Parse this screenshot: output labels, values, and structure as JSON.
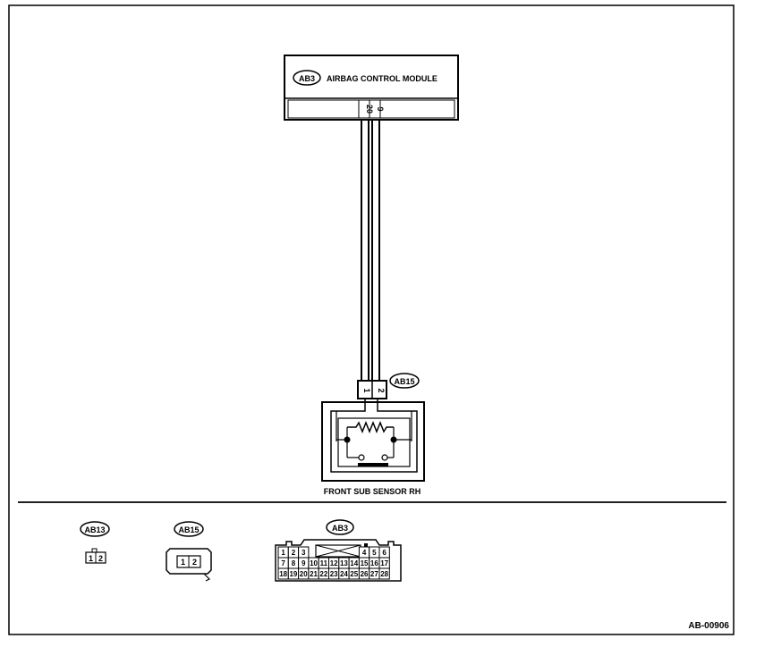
{
  "module": {
    "tag": "AB3",
    "title": "AIRBAG CONTROL MODULE",
    "pins": [
      "20",
      "9"
    ]
  },
  "sensor": {
    "tag": "AB15",
    "pins": [
      "1",
      "2"
    ],
    "label": "FRONT SUB SENSOR RH"
  },
  "legend": {
    "ab13": {
      "tag": "AB13",
      "pins": [
        "1",
        "2"
      ]
    },
    "ab15": {
      "tag": "AB15",
      "pins": [
        "1",
        "2"
      ]
    },
    "ab3": {
      "tag": "AB3",
      "row1_left": [
        "1",
        "2",
        "3"
      ],
      "row1_right": [
        "4",
        "5",
        "6"
      ],
      "row2": [
        "7",
        "8",
        "9",
        "10",
        "11",
        "12",
        "13",
        "14",
        "15",
        "16",
        "17"
      ],
      "row3": [
        "18",
        "19",
        "20",
        "21",
        "22",
        "23",
        "24",
        "25",
        "26",
        "27",
        "28"
      ]
    }
  },
  "footer": {
    "code": "AB-00906"
  },
  "colors": {
    "line": "#000000",
    "background": "#ffffff"
  }
}
